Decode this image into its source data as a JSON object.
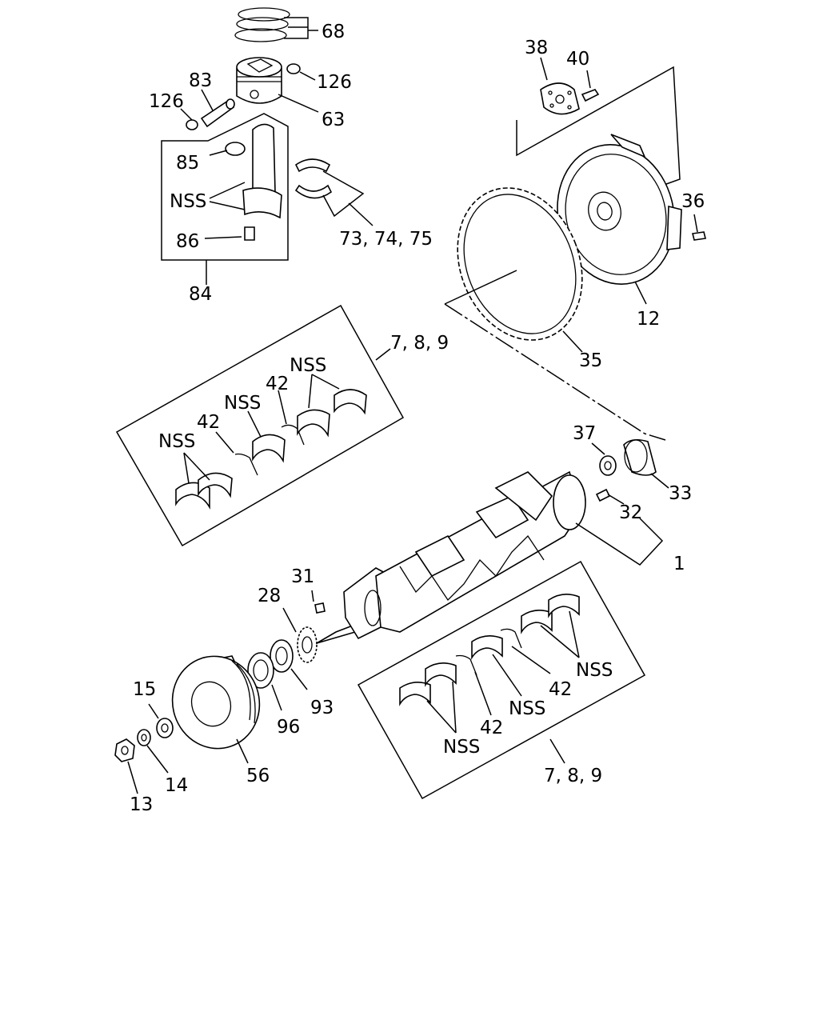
{
  "callouts": {
    "c68": "68",
    "c126a": "126",
    "c83": "83",
    "c126b": "126",
    "c63": "63",
    "c85": "85",
    "c_nss_rod": "NSS",
    "c86": "86",
    "c84": "84",
    "c73": "73, 74, 75",
    "c38": "38",
    "c40": "40",
    "c36": "36",
    "c12": "12",
    "c35": "35",
    "c789_top": "7, 8, 9",
    "c_nss_t1": "NSS",
    "c42_t1": "42",
    "c_nss_t2": "NSS",
    "c42_t2": "42",
    "c_nss_t3": "NSS",
    "c37": "37",
    "c33": "33",
    "c32": "32",
    "c1": "1",
    "c31": "31",
    "c28": "28",
    "c15": "15",
    "c93": "93",
    "c96": "96",
    "c14": "14",
    "c13": "13",
    "c56": "56",
    "c_nss_b1": "NSS",
    "c42_b1": "42",
    "c_nss_b2": "NSS",
    "c42_b2": "42",
    "c_nss_b3": "NSS",
    "c789_bot": "7, 8, 9"
  }
}
